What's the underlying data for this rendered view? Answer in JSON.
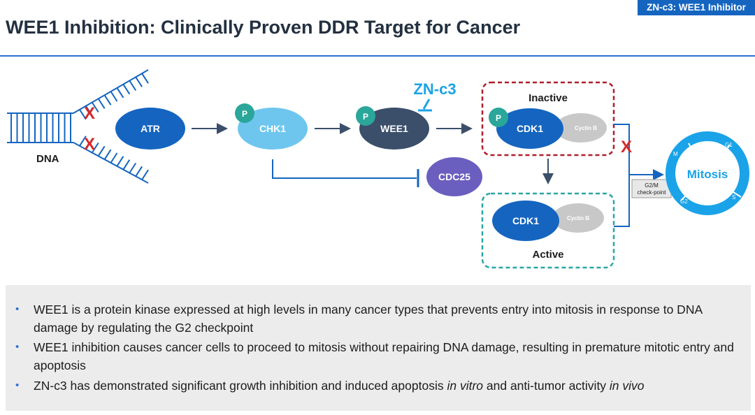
{
  "header": {
    "tag": "ZN-c3: WEE1 Inhibitor",
    "title": "WEE1 Inhibition: Clinically Proven DDR Target for Cancer"
  },
  "diagram": {
    "dna_label": "DNA",
    "atr": "ATR",
    "chk1": "CHK1",
    "wee1": "WEE1",
    "phospho": "P",
    "inhibitor": "ZN-c3",
    "cdc25": "CDC25",
    "inactive_label": "Inactive",
    "active_label": "Active",
    "cdk1": "CDK1",
    "cyclin_b": "Cyclin B",
    "checkpoint": [
      "G2/M",
      "check-point"
    ],
    "mitosis": "Mitosis",
    "cycle_phases": {
      "m": "M",
      "g1": "G1",
      "s": "S",
      "g2": "G2"
    },
    "block_mark": "X",
    "colors": {
      "accent_blue": "#1565c0",
      "cyan": "#1aa3e8",
      "light_blue": "#6ec6ef",
      "navy": "#3b4f6b",
      "purple": "#6a5fbf",
      "teal": "#2aa69a",
      "red": "#d62828",
      "grey": "#c8c8c8"
    }
  },
  "bullets": [
    {
      "segments": [
        {
          "text": "WEE1 is a protein kinase expressed at high levels in many cancer types that prevents entry into mitosis in response to DNA damage by regulating the G2 checkpoint",
          "italic": false
        }
      ]
    },
    {
      "segments": [
        {
          "text": "WEE1 inhibition causes cancer cells to proceed to mitosis without repairing DNA damage, resulting in premature mitotic entry and apoptosis",
          "italic": false
        }
      ]
    },
    {
      "segments": [
        {
          "text": "ZN-c3 has demonstrated significant growth inhibition and induced apoptosis ",
          "italic": false
        },
        {
          "text": "in vitro",
          "italic": true
        },
        {
          "text": " and anti-tumor activity ",
          "italic": false
        },
        {
          "text": "in vivo",
          "italic": true
        }
      ]
    }
  ]
}
